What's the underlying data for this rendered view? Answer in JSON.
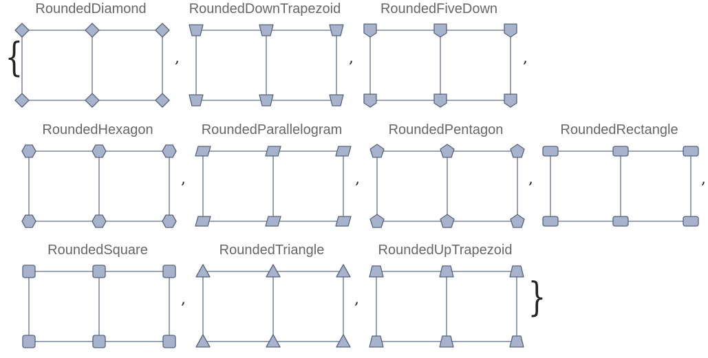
{
  "open_brace": "{",
  "close_brace": "}",
  "separator": ",",
  "style": {
    "edge_color": "#5a6f8c",
    "node_fill": "#a7b3cd",
    "node_stroke": "#56627a",
    "title_color": "#666666"
  },
  "panels": [
    {
      "title": "RoundedDiamond",
      "shape": "RoundedDiamond"
    },
    {
      "title": "RoundedDownTrapezoid",
      "shape": "RoundedDownTrapezoid"
    },
    {
      "title": "RoundedFiveDown",
      "shape": "RoundedFiveDown"
    },
    {
      "title": "RoundedHexagon",
      "shape": "RoundedHexagon"
    },
    {
      "title": "RoundedParallelogram",
      "shape": "RoundedParallelogram"
    },
    {
      "title": "RoundedPentagon",
      "shape": "RoundedPentagon"
    },
    {
      "title": "RoundedRectangle",
      "shape": "RoundedRectangle"
    },
    {
      "title": "RoundedSquare",
      "shape": "RoundedSquare"
    },
    {
      "title": "RoundedTriangle",
      "shape": "RoundedTriangle"
    },
    {
      "title": "RoundedUpTrapezoid",
      "shape": "RoundedUpTrapezoid"
    }
  ],
  "graph": {
    "vertices": 6,
    "edges": [
      [
        0,
        1
      ],
      [
        1,
        2
      ],
      [
        3,
        4
      ],
      [
        4,
        5
      ],
      [
        0,
        3
      ],
      [
        1,
        4
      ],
      [
        2,
        5
      ]
    ]
  }
}
